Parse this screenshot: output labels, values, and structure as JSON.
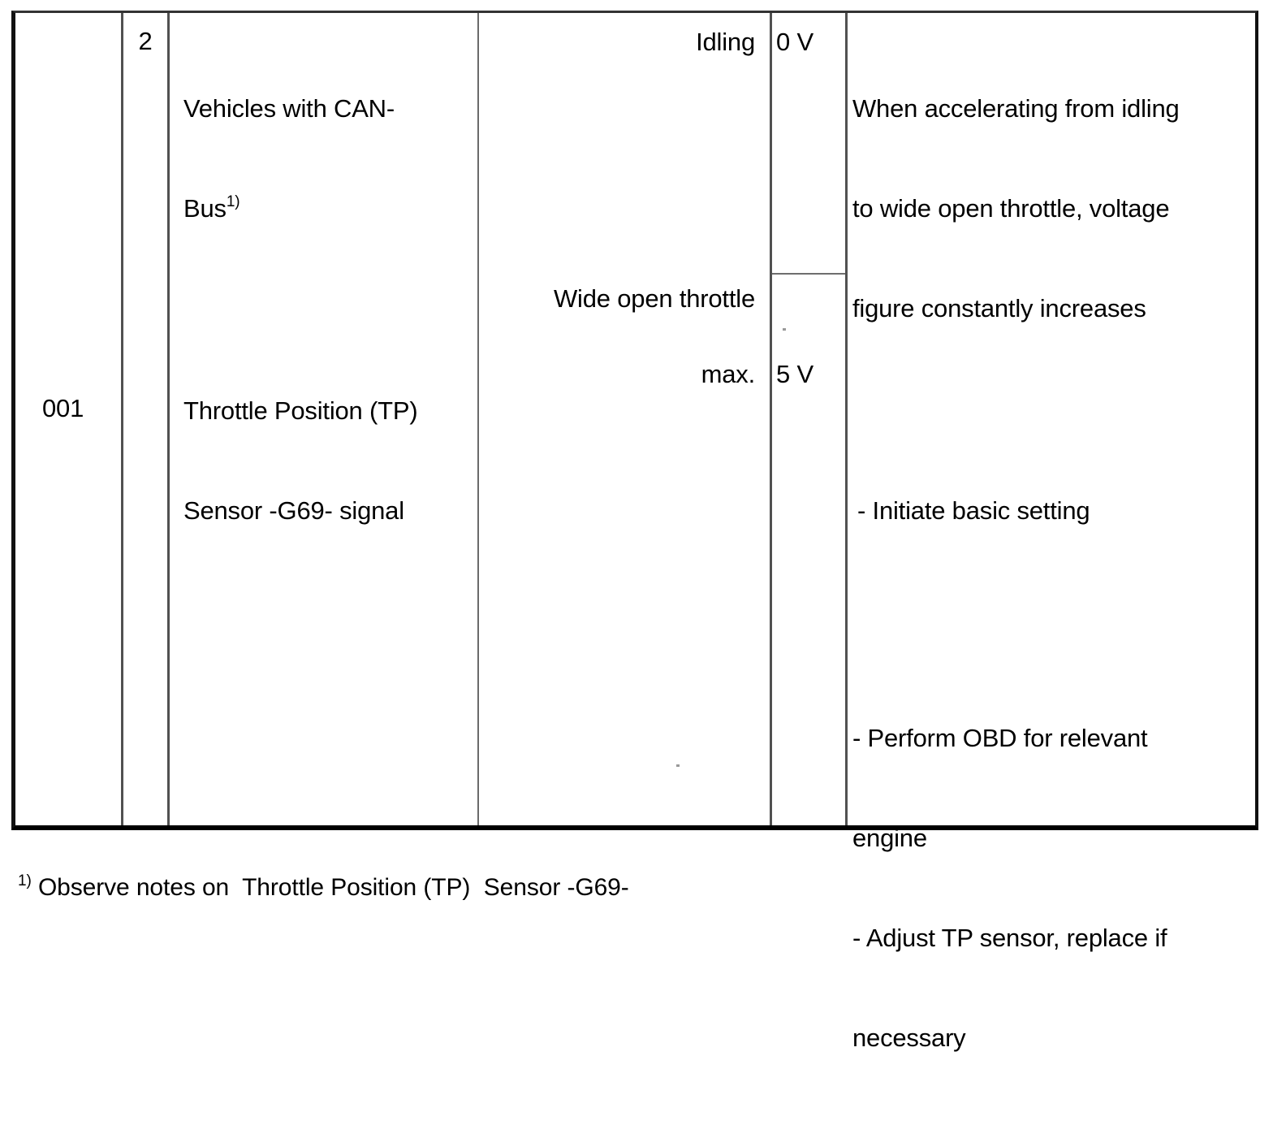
{
  "document": {
    "type": "service-manual-measured-value-block-table",
    "background_color": "#ffffff",
    "text_color": "#000000"
  },
  "table": {
    "columns": [
      "display_group",
      "display_field",
      "description",
      "operating_condition",
      "specified_value",
      "remedial_action"
    ],
    "rows": [
      {
        "display_group": "001",
        "display_field": "2",
        "description_line1": "Vehicles with CAN-",
        "description_line2": "Bus",
        "description_footnote_marker": "1)",
        "description_line3": "Throttle Position (TP)",
        "description_line4": "Sensor -G69- signal",
        "condition_idling": "Idling",
        "condition_wot": "Wide open throttle",
        "condition_max": "max.",
        "value_idling": "0 V",
        "value_wot": "5 V",
        "action_note_line1": "When accelerating from idling",
        "action_note_line2": "to wide open throttle, voltage",
        "action_note_line3": "figure constantly increases",
        "action_bullet_1": "- Initiate basic setting",
        "action_bullet_2_line1": "- Perform OBD for relevant",
        "action_bullet_2_line2": "engine",
        "action_bullet_3_line1": "- Adjust TP sensor, replace if",
        "action_bullet_3_line2": "necessary"
      }
    ]
  },
  "footnote": {
    "marker": "1)",
    "text": " Observe notes on  Throttle Position (TP)  Sensor -G69-"
  }
}
